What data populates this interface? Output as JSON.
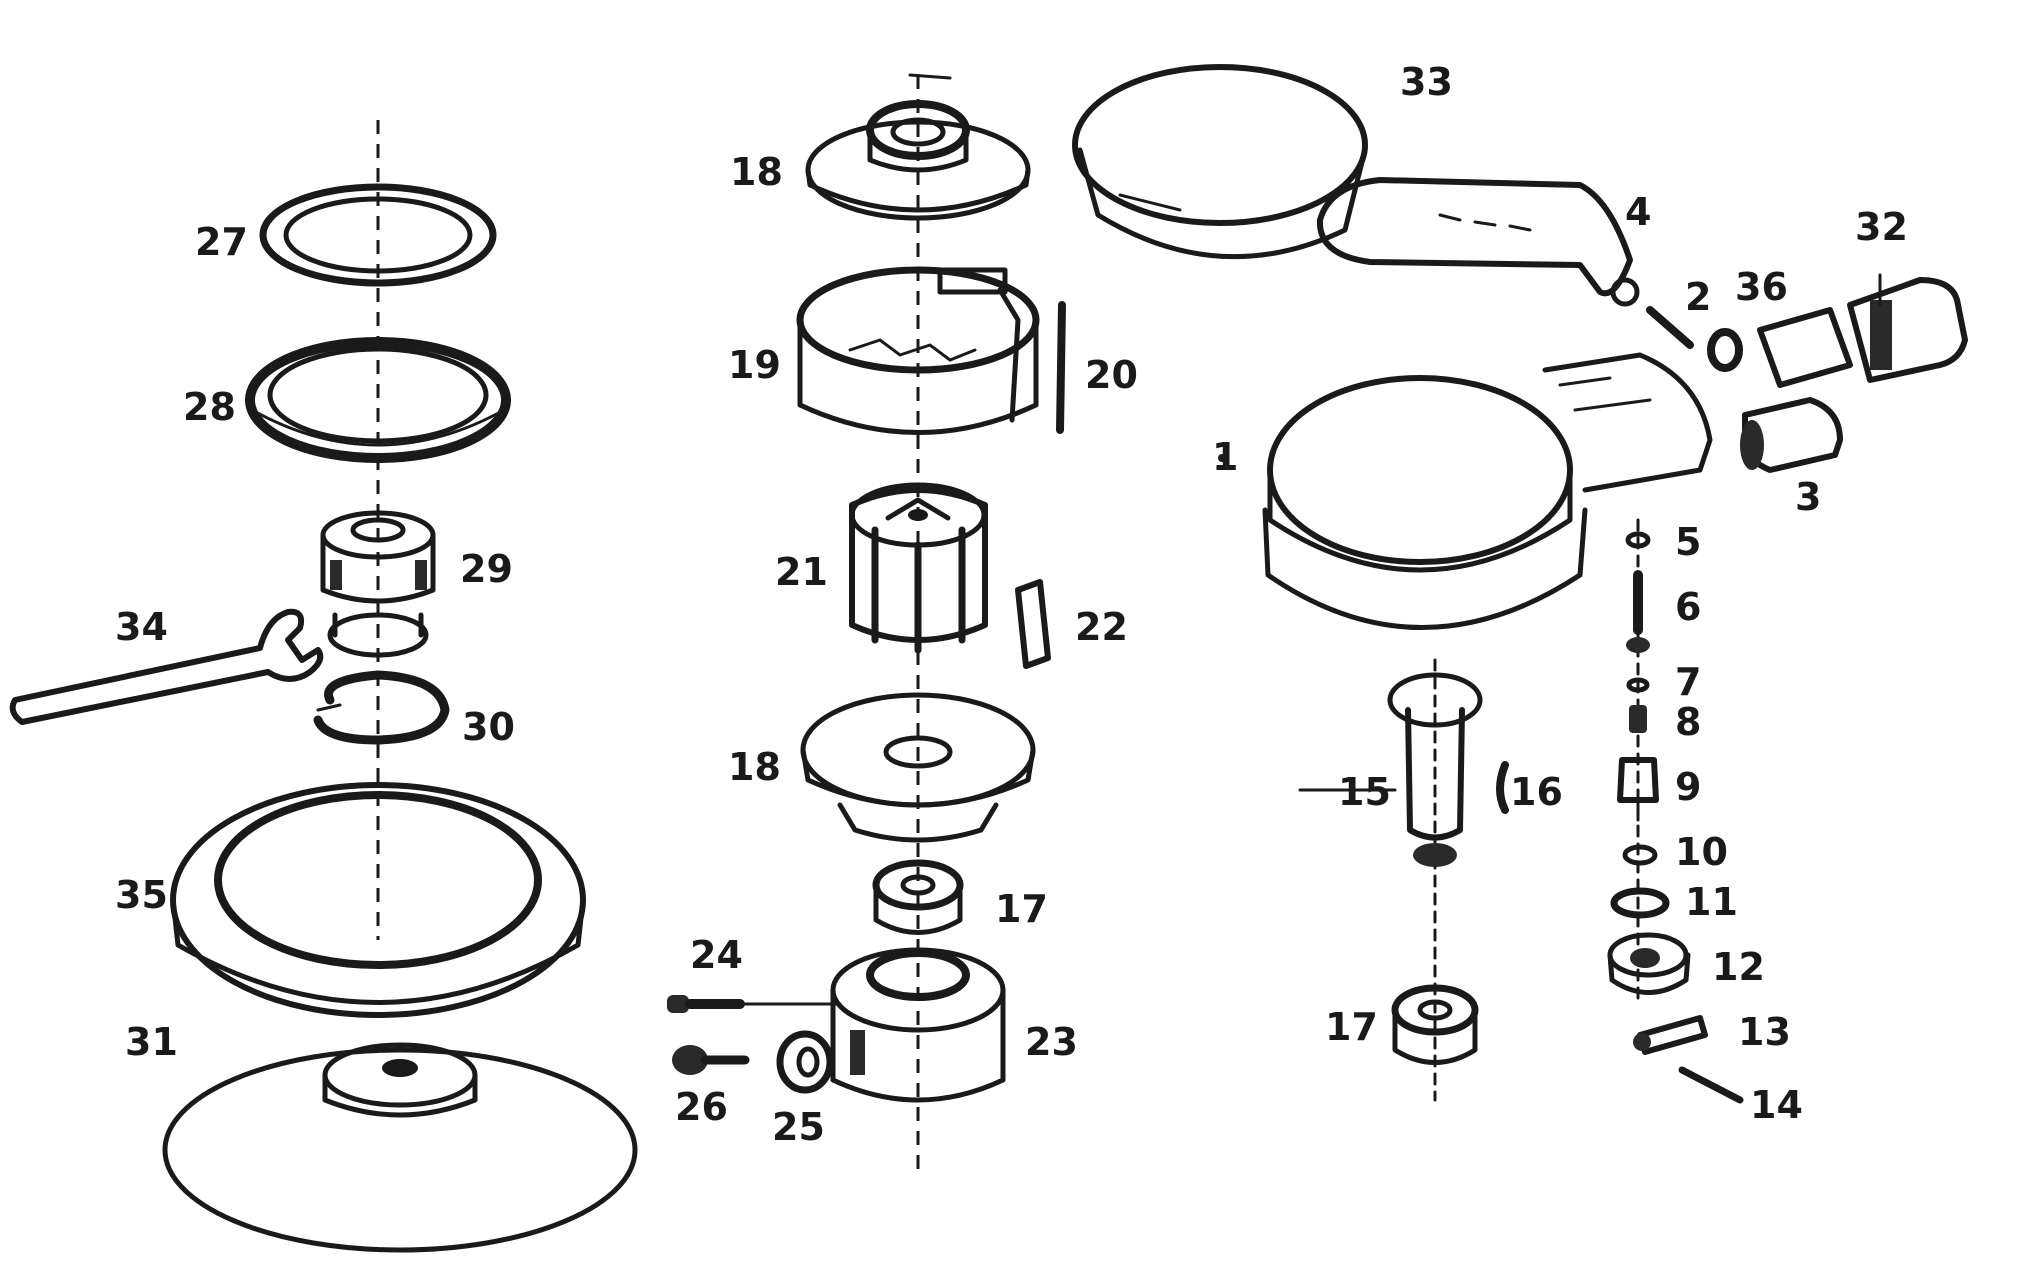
{
  "labels": {
    "l1": "1",
    "l2": "2",
    "l3": "3",
    "l4": "4",
    "l5": "5",
    "l6": "6",
    "l7": "7",
    "l8": "8",
    "l9": "9",
    "l10": "10",
    "l11": "11",
    "l12": "12",
    "l13": "13",
    "l14": "14",
    "l15": "15",
    "l16": "16",
    "l17a": "17",
    "l17b": "17",
    "l18a": "18",
    "l18b": "18",
    "l19": "19",
    "l20": "20",
    "l21": "21",
    "l22": "22",
    "l23": "23",
    "l24": "24",
    "l25": "25",
    "l26": "26",
    "l27": "27",
    "l28": "28",
    "l29": "29",
    "l30": "30",
    "l31": "31",
    "l32": "32",
    "l33": "33",
    "l34": "34",
    "l35": "35",
    "l36": "36"
  }
}
